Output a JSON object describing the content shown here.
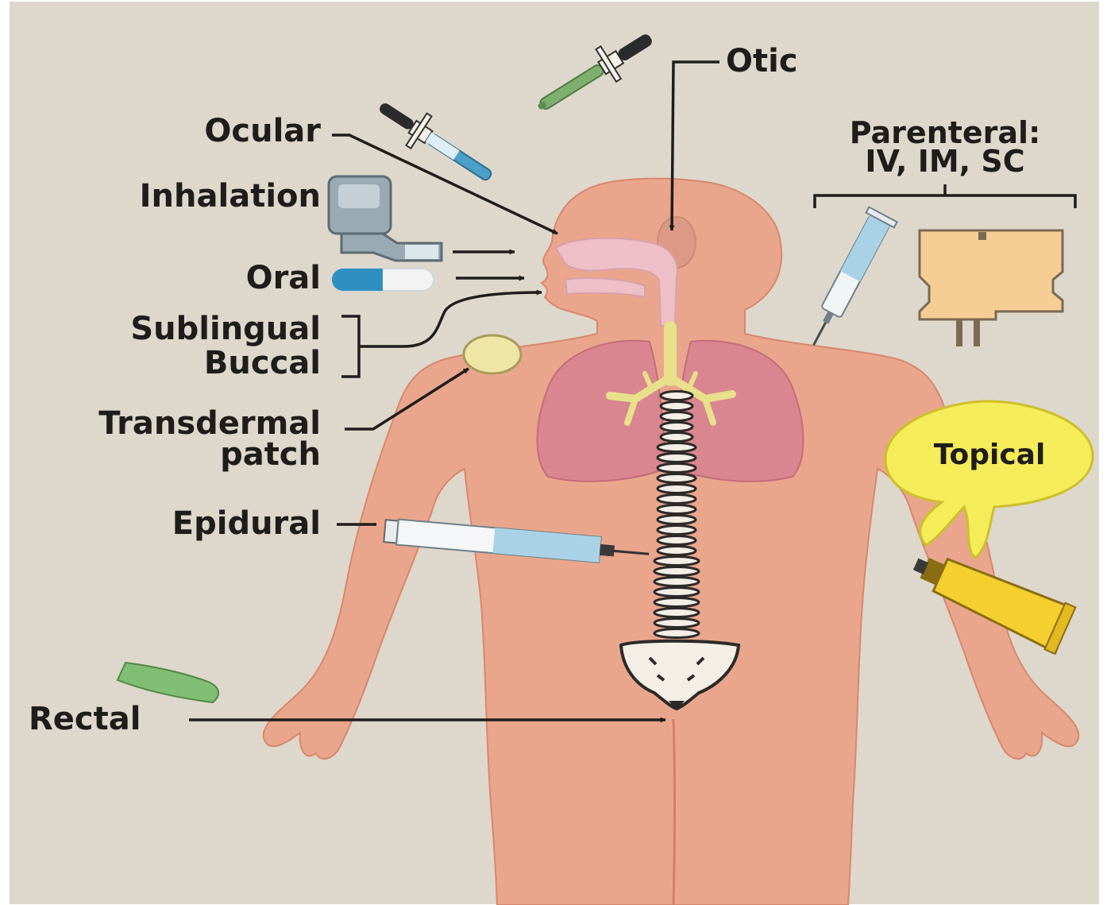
{
  "labels": {
    "otic": "Otic",
    "ocular": "Ocular",
    "parenteral_line1": "Parenteral:",
    "parenteral_line2": "IV, IM, SC",
    "inhalation": "Inhalation",
    "oral": "Oral",
    "sublingual": "Sublingual",
    "buccal": "Buccal",
    "transdermal_line1": "Transdermal",
    "transdermal_line2": "patch",
    "topical": "Topical",
    "epidural": "Epidural",
    "rectal": "Rectal"
  },
  "colors": {
    "background": "#ded7cb",
    "body": "#e9a68d",
    "lungs": "#d98690",
    "airway": "#eebfc7",
    "bronchi": "#f0eb9a",
    "topical_bubble": "#f5ec5a",
    "tube": "#f4cf2e",
    "iv_bag": "#f6cd94",
    "syringe_fluid": "#a9d2e6",
    "dropper_green": "#7faf6e",
    "dropper_blue": "#4aa0c8",
    "suppository": "#80bf73",
    "patch": "#eee5a6",
    "capsule_blue": "#2f8fc1"
  }
}
